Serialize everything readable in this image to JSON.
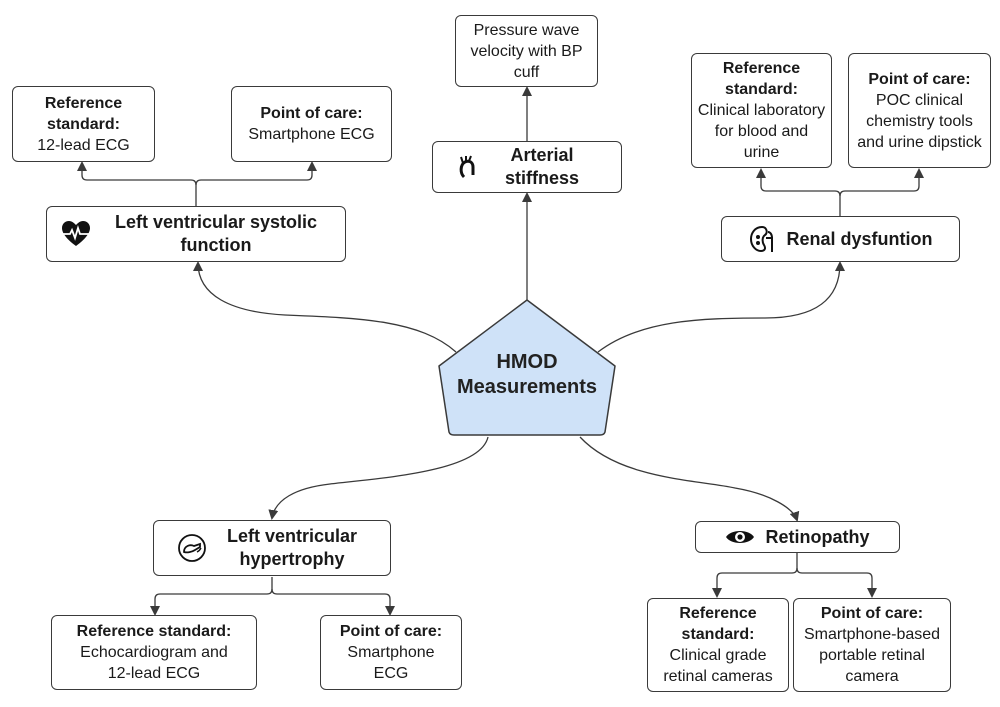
{
  "center": {
    "line1": "HMOD",
    "line2": "Measurements"
  },
  "lv_systolic": {
    "title": "Left ventricular systolic function",
    "icon": "heart-pulse-icon",
    "reference": {
      "label": "Reference standard:",
      "value": "12-lead ECG"
    },
    "poc": {
      "label": "Point of care:",
      "value": "Smartphone ECG"
    }
  },
  "arterial": {
    "title": "Arterial stiffness",
    "icon": "aorta-icon",
    "method": "Pressure wave velocity with BP cuff"
  },
  "renal": {
    "title": "Renal dysfuntion",
    "icon": "kidney-icon",
    "reference": {
      "label": "Reference standard:",
      "value": "Clinical laboratory for blood and urine"
    },
    "poc": {
      "label": "Point of care:",
      "value": "POC clinical chemistry tools and urine dipstick"
    }
  },
  "lvh": {
    "title": "Left ventricular hypertrophy",
    "icon": "ultrasound-probe-icon",
    "reference": {
      "label": "Reference standard:",
      "value": "Echocardiogram and 12-lead ECG"
    },
    "poc": {
      "label": "Point of care:",
      "value": "Smartphone ECG"
    }
  },
  "retinopathy": {
    "title": "Retinopathy",
    "icon": "eye-icon",
    "reference": {
      "label": "Reference standard:",
      "value": "Clinical grade retinal cameras"
    },
    "poc": {
      "label": "Point of care:",
      "value": "Smartphone-based portable retinal camera"
    }
  },
  "colors": {
    "hub_fill": "#cfe2f8",
    "line": "#3a3a3a"
  }
}
